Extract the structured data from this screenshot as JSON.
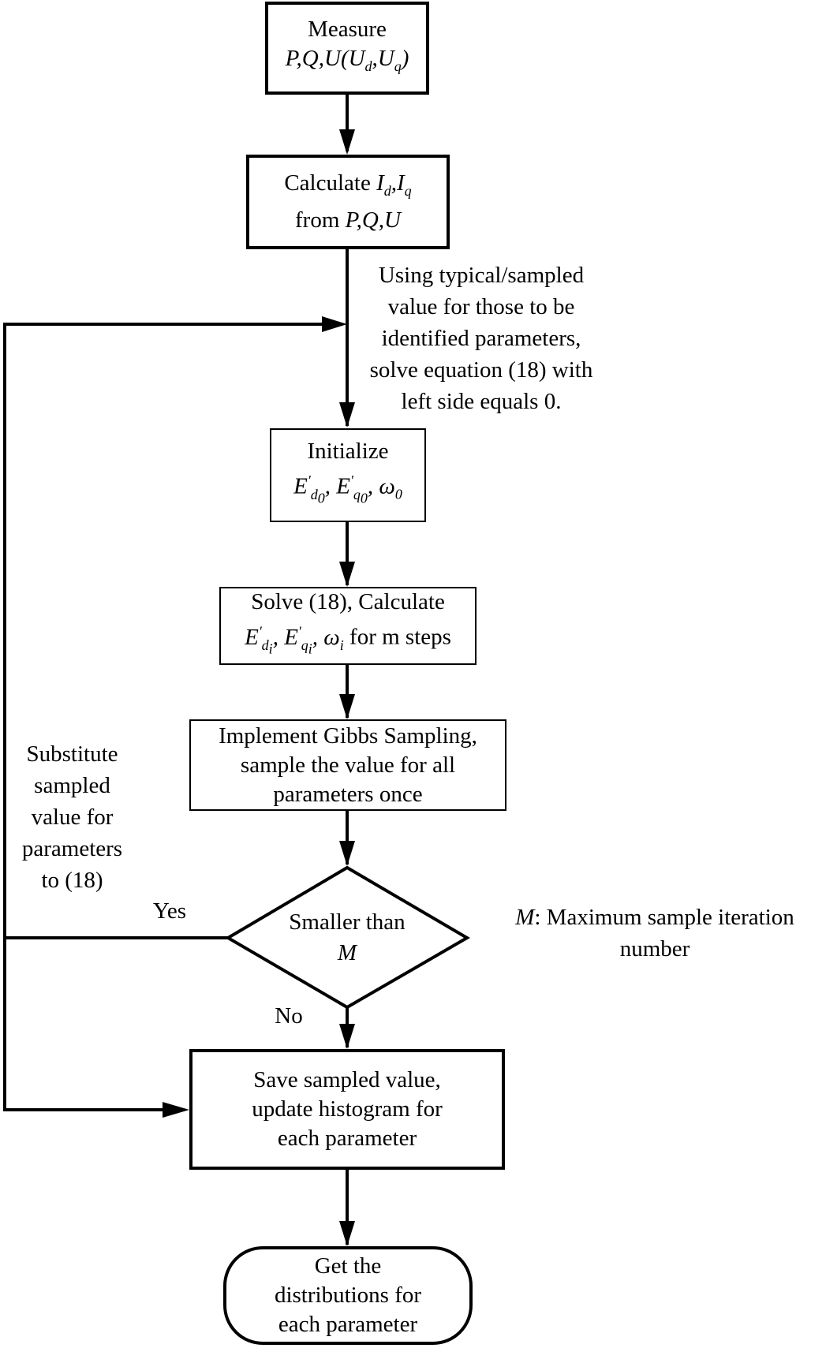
{
  "nodes": {
    "measure": {
      "line1": "Measure",
      "line2": "P,Q,U(Ud,Uq)"
    },
    "calculate": {
      "line1": "Calculate Id,Iq",
      "line2": "from P,Q,U"
    },
    "initialize": {
      "line1": "Initialize",
      "line2": "E'd0, E'q0, ω0"
    },
    "solve": {
      "line1": "Solve (18), Calculate",
      "line2": "E'di, E'qi, ωi for m steps"
    },
    "gibbs": {
      "line1": "Implement Gibbs Sampling,",
      "line2": "sample the value for all",
      "line3": "parameters once"
    },
    "decision": {
      "line1": "Smaller than",
      "line2": "M"
    },
    "save": {
      "line1": "Save sampled value,",
      "line2": "update histogram for",
      "line3": "each parameter"
    },
    "end": {
      "line1": "Get the",
      "line2": "distributions for",
      "line3": "each parameter"
    }
  },
  "annotations": {
    "using": [
      "Using typical/sampled",
      "value for those to be",
      "identified parameters,",
      "solve equation (18) with",
      "left side equals 0."
    ],
    "substitute": [
      "Substitute",
      "sampled",
      "value for",
      "parameters",
      "to (18)"
    ],
    "yes": "Yes",
    "no": "No",
    "legend_symbol": "M",
    "legend_text": ": Maximum sample iteration",
    "legend_text2": "number"
  },
  "colors": {
    "line": "#000000",
    "background": "#ffffff"
  }
}
